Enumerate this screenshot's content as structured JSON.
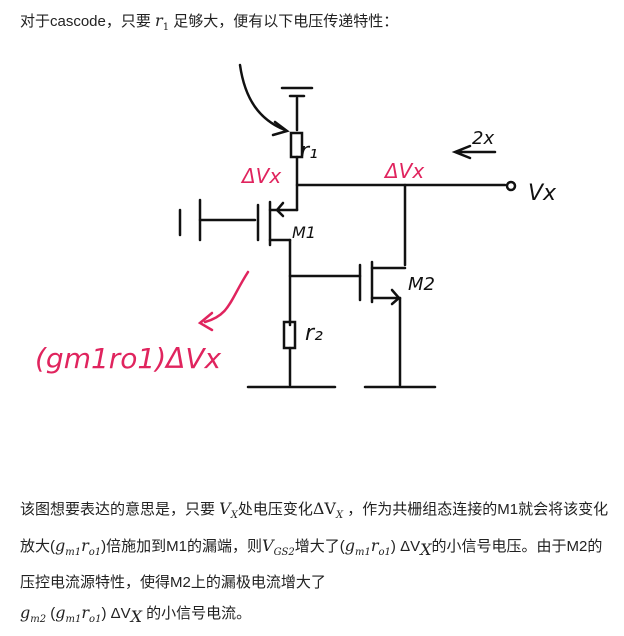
{
  "intro": {
    "t1": "对于cascode，只要 ",
    "r1": "r",
    "r1sub": "1",
    "t2": " 足够大，便有以下电压传递特性："
  },
  "diagram": {
    "r1": "r₁",
    "dvx_left": "ΔVx",
    "dvx_right": "ΔVx",
    "twox": "2x",
    "vx": "Vx",
    "m1": "M1",
    "m2": "M2",
    "r2": "r₂",
    "gain": "(gm1ro1)ΔVx",
    "red": "#e0245e"
  },
  "para": {
    "a": "该图想要表达的意思是，只要 ",
    "vx": "V",
    "x": "X",
    "b": "处电压变化",
    "dv": "ΔV",
    "c": " ，作为共栅组态连接的M1就会将该变化放大(",
    "g": "g",
    "m1": "m1",
    "r": "r",
    "o1": "o1",
    "d": ")倍施加到M1的漏端，则",
    "vgs": "V",
    "gs2": "GS2",
    "e": "增大了(",
    "f": ") ΔV",
    "h": "的小信号电压。由于M2的压控电流源特性，使得M2上的漏极电流增大了",
    "gm2": "g",
    "m2": "m2",
    "i": " (",
    "j": ") ΔV",
    "k": " 的小信号电流。"
  }
}
